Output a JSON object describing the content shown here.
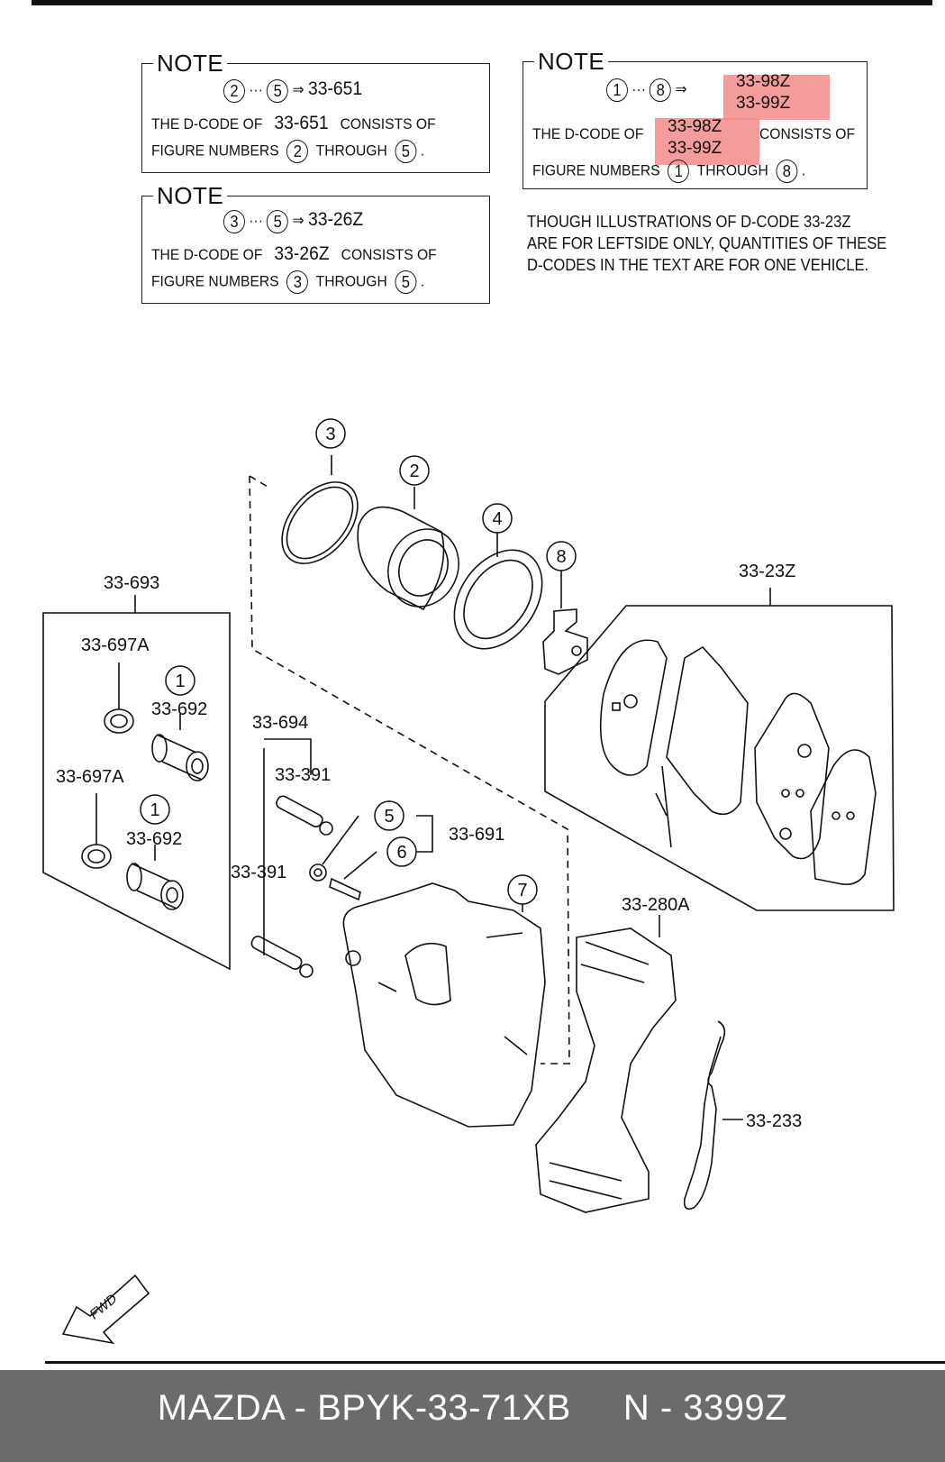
{
  "note1": {
    "title": "NOTE",
    "range_start": "2",
    "range_end": "5",
    "code": "33-651",
    "line2_prefix": "THE D-CODE OF",
    "line2_code": "33-651",
    "line2_suffix": "CONSISTS OF",
    "line3_prefix": "FIGURE NUMBERS",
    "from": "2",
    "through": "THROUGH",
    "to": "5"
  },
  "note2": {
    "title": "NOTE",
    "range_start": "3",
    "range_end": "5",
    "code": "33-26Z",
    "line2_prefix": "THE D-CODE OF",
    "line2_code": "33-26Z",
    "line2_suffix": "CONSISTS OF",
    "line3_prefix": "FIGURE NUMBERS",
    "from": "3",
    "through": "THROUGH",
    "to": "5"
  },
  "note3": {
    "title": "NOTE",
    "range_start": "1",
    "range_end": "8",
    "code_a": "33-98Z",
    "code_b": "33-99Z",
    "line2_prefix": "THE D-CODE OF",
    "line2_code_a": "33-98Z",
    "line2_code_b": "33-99Z",
    "line2_suffix": "CONSISTS OF",
    "line3_prefix": "FIGURE NUMBERS",
    "from": "1",
    "through": "THROUGH",
    "to": "8"
  },
  "notice": {
    "line1": "THOUGH ILLUSTRATIONS OF D-CODE 33-23Z",
    "line2": "ARE FOR LEFTSIDE ONLY, QUANTITIES OF THESE",
    "line3": "D-CODES IN THE TEXT ARE FOR ONE VEHICLE."
  },
  "diagram": {
    "callouts": [
      "1",
      "1",
      "2",
      "3",
      "4",
      "5",
      "6",
      "7",
      "8"
    ],
    "labels": {
      "l_33693": "33-693",
      "l_33697a_1": "33-697A",
      "l_33692_1": "33-692",
      "l_33697a_2": "33-697A",
      "l_33692_2": "33-692",
      "l_33694": "33-694",
      "l_33391_1": "33-391",
      "l_33391_2": "33-391",
      "l_33691": "33-691",
      "l_3323z": "33-23Z",
      "l_33280a": "33-280A",
      "l_33233": "33-233"
    },
    "fwd": "FWD"
  },
  "footer": {
    "text": "MAZDA - BPYK-33-71XB     N - 3399Z"
  },
  "colors": {
    "highlight": "#f28b8b",
    "footer_bg": "#6b6b6b"
  }
}
